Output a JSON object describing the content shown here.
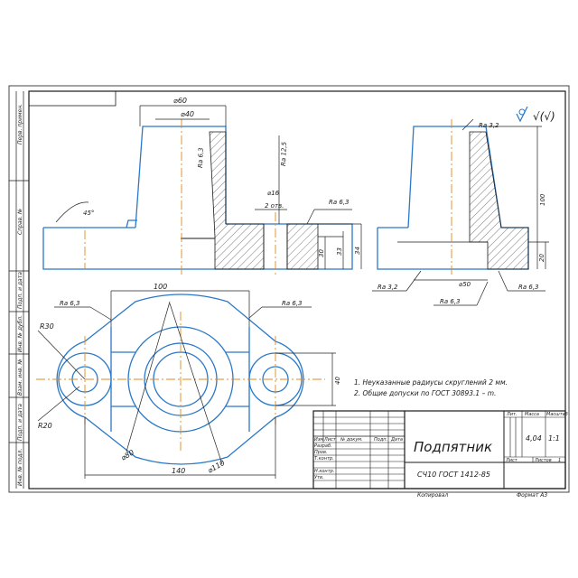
{
  "title_block": {
    "part_name": "Подпятник",
    "material": "СЧ10 ГОСТ 1412-85",
    "mass_label": "Масса",
    "scale_label": "Масштаб",
    "lit_label": "Лит.",
    "mass_value": "4,04",
    "scale_value": "1:1",
    "sheet_label": "Лист",
    "sheets_label": "Листов",
    "sheets_value": "1",
    "copied": "Копировал",
    "format": "Формат  А3",
    "rows": [
      "Разраб.",
      "Пров.",
      "Т.контр.",
      "",
      "Н.контр.",
      "Утв."
    ],
    "header": [
      "Изм",
      "Лист",
      "№ докум.",
      "Подп.",
      "Дата"
    ]
  },
  "notes": [
    "1. Неуказанные радиусы скруглений  2 мм.",
    "2. Общие допуски по ГОСТ 30893.1 – m."
  ],
  "side_strip": [
    "Перв. примен.",
    "Справ. №",
    "Подп. и дата",
    "Инв. № дубл.",
    "Взам. инв. №",
    "Подп. и дата",
    "Инв. № подл."
  ],
  "roughness_mark": "√(√)",
  "dimensions": {
    "d60": "⌀60",
    "d40": "⌀40",
    "d16": "⌀16",
    "holes": "2 отв.",
    "ra63a": "Ra 6,3",
    "ra125": "Ra 12,5",
    "ra63b": "Ra 6,3",
    "ra32a": "Ra 3,2",
    "ang": "45°",
    "h30": "30",
    "h33": "33",
    "h34": "34",
    "h100": "100",
    "h20": "20",
    "d50": "⌀50",
    "ra32b": "Ra 3,2",
    "ra63c": "Ra 6,3",
    "ra63d": "Ra 6,3",
    "w100": "100",
    "ra63e": "Ra 6,3",
    "ra63f": "Ra 6,3",
    "r30": "R30",
    "r20": "R20",
    "h40": "40",
    "d80": "⌀80",
    "d110": "⌀110",
    "w140": "140"
  }
}
